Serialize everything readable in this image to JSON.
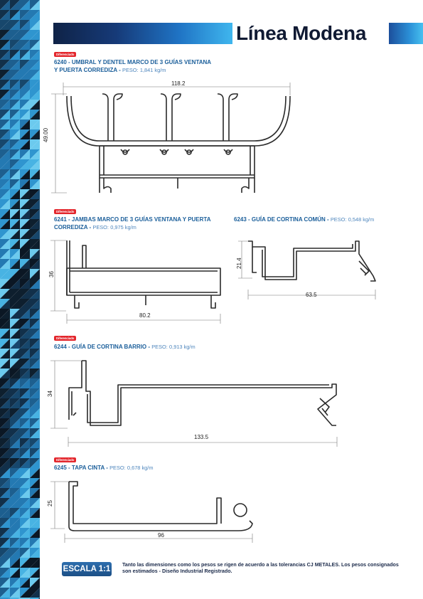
{
  "header": {
    "title": "Línea Modena"
  },
  "badge_text": "Diferenciado",
  "peso_label": "PESO:",
  "profiles": [
    {
      "code_title": "6240 - UMBRAL Y DENTEL MARCO DE 3 GUÍAS VENTANA",
      "title_line2": "Y PUERTA CORREDIZA -",
      "peso": "1,841 kg/m",
      "width": "118.2",
      "height": "49.00"
    },
    {
      "code_title": "6241 - JAMBAS MARCO DE 3 GUÍAS VENTANA Y PUERTA",
      "title_line2": "CORREDIZA -",
      "peso": "0,975 kg/m",
      "width": "80.2",
      "height": "36"
    },
    {
      "code_title": "6243 - GUÍA DE CORTINA COMÚN -",
      "peso": "0,548 kg/m",
      "width": "63.5",
      "height": "21.4"
    },
    {
      "code_title": "6244 - GUÍA DE CORTINA BARRIO -",
      "peso": "0,913 kg/m",
      "width": "133.5",
      "height": "34"
    },
    {
      "code_title": "6245 - TAPA CINTA -",
      "peso": "0,678 kg/m",
      "width": "96",
      "height": "25"
    }
  ],
  "footer": {
    "scale": "ESCALA 1:1",
    "note": "Tanto las dimensiones como los pesos se rigen de acuerdo a las tolerancias CJ METALES. Los pesos consignados son estimados - Diseño Industrial Registrado."
  },
  "colors": {
    "title_blue": "#1a5e9a",
    "badge_red": "#e3262c",
    "dark_navy": "#101a33"
  }
}
